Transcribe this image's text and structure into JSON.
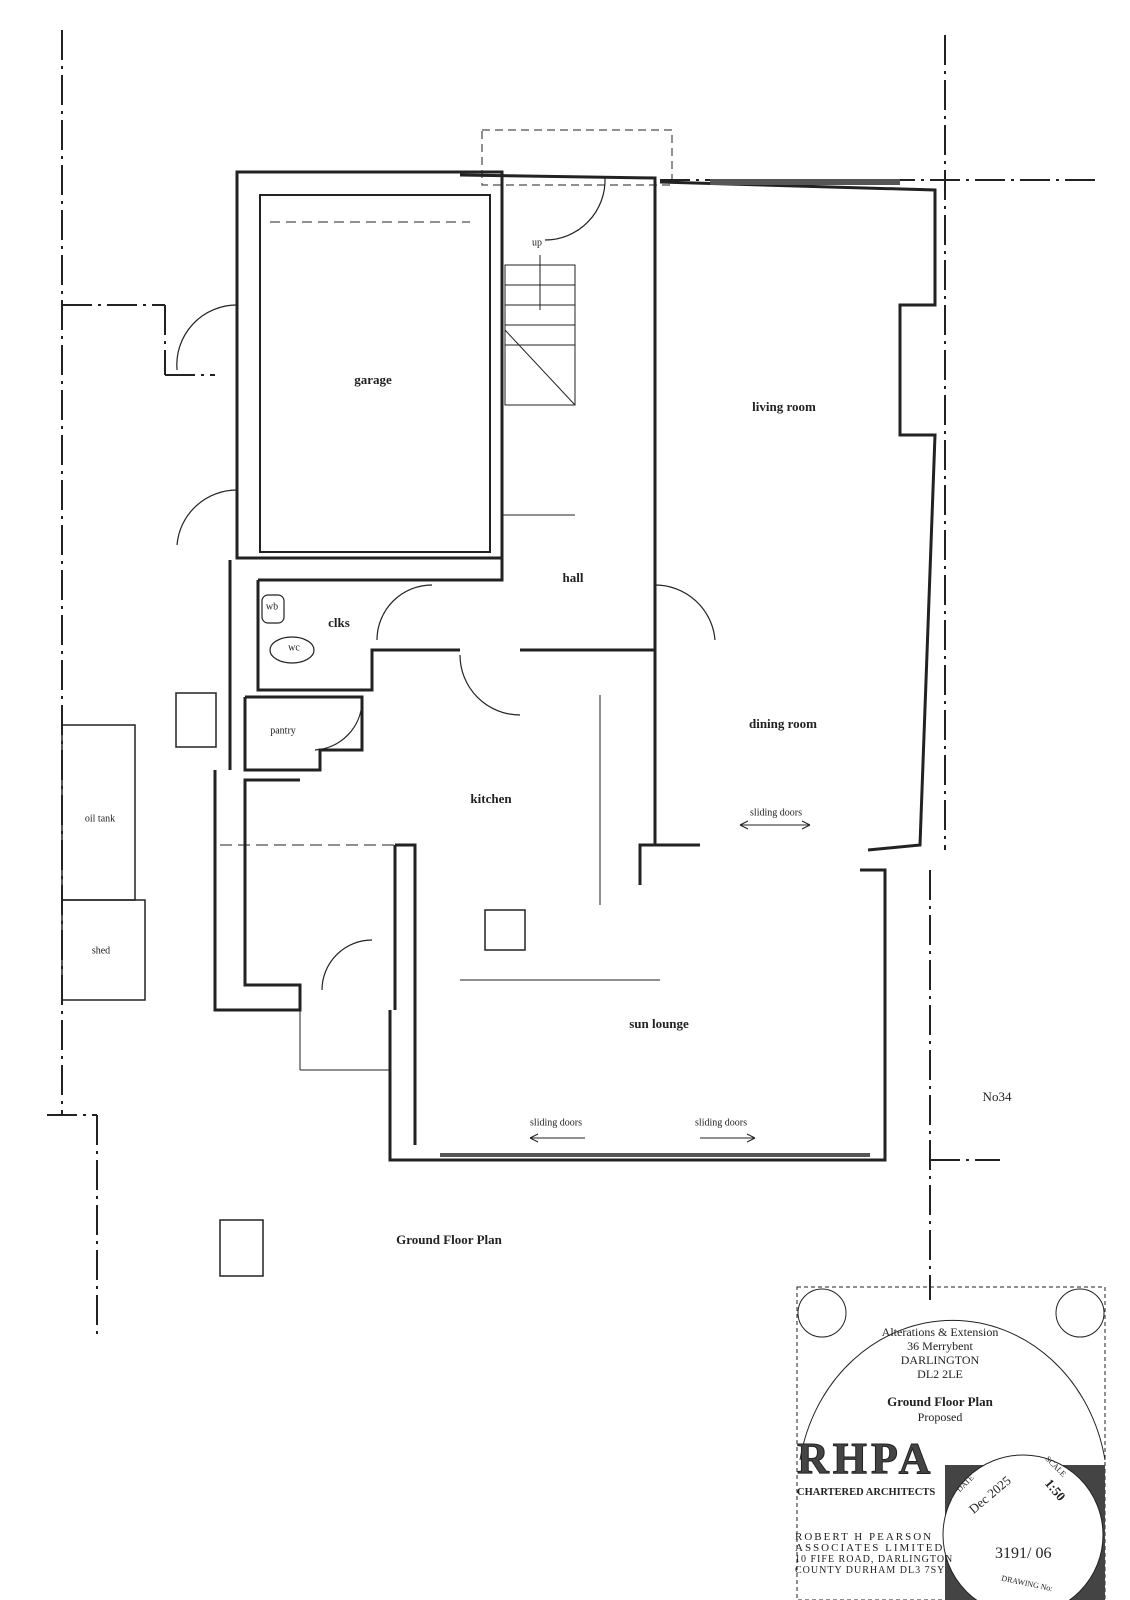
{
  "rooms": {
    "garage": "garage",
    "stair_direction": "up",
    "living_room": "living room",
    "hall": "hall",
    "wash_basin": "wb",
    "cloakroom": "clks",
    "water_closet": "wc",
    "pantry": "pantry",
    "dining_room": "dining room",
    "kitchen": "kitchen",
    "sun_lounge": "sun lounge",
    "oil_tank": "oil tank",
    "shed": "shed"
  },
  "annotations": {
    "sliding_doors_dining": "sliding doors",
    "sliding_doors_south_left": "sliding doors",
    "sliding_doors_south_right": "sliding doors",
    "neighbour": "No34",
    "plan_title": "Ground Floor Plan"
  },
  "title_block": {
    "project": "Alterations & Extension",
    "address_line1": "36 Merrybent",
    "town": "DARLINGTON",
    "postcode": "DL2 2LE",
    "drawing_title": "Ground Floor Plan",
    "status": "Proposed",
    "firm_logo": "RHPA",
    "firm_subtitle": "CHARTERED ARCHITECTS",
    "firm_name1": "ROBERT H PEARSON",
    "firm_name2": "ASSOCIATES LIMITED",
    "firm_address1": "10 FIFE ROAD, DARLINGTON",
    "firm_address2": "COUNTY DURHAM DL3 7SY",
    "date_label": "DATE",
    "date": "Dec 2025",
    "scale_label": "SCALE",
    "scale": "1:50",
    "drawing_no": "3191/ 06",
    "drawing_no_label": "DRAWING No:"
  }
}
